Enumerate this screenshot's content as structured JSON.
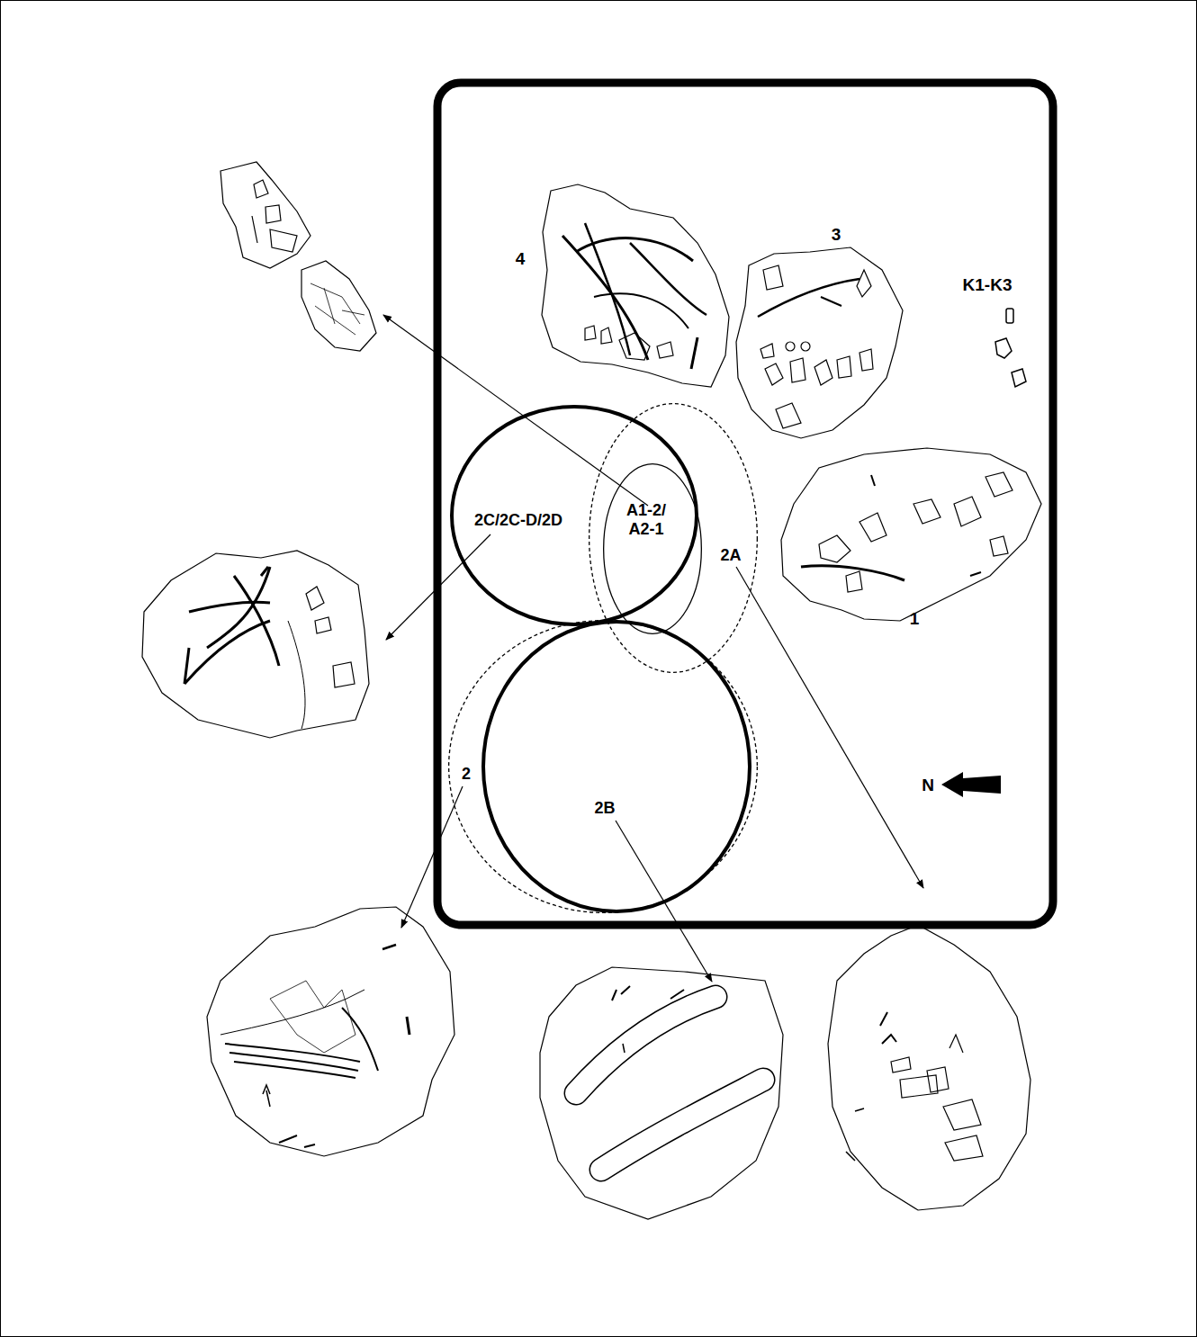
{
  "diagram": {
    "nodes": [
      {
        "text": [
          "2C/2C-D/2D"
        ]
      },
      {
        "text": [
          "2A"
        ]
      },
      {
        "text": [
          "A1-2/ A2-1"
        ],
        "in": 1
      },
      {
        "text": [
          "2"
        ]
      },
      {
        "text": [
          "2B"
        ],
        "in": 3
      }
    ],
    "labels": [
      "4",
      "3",
      "K1-K3",
      "1",
      "N"
    ]
  }
}
